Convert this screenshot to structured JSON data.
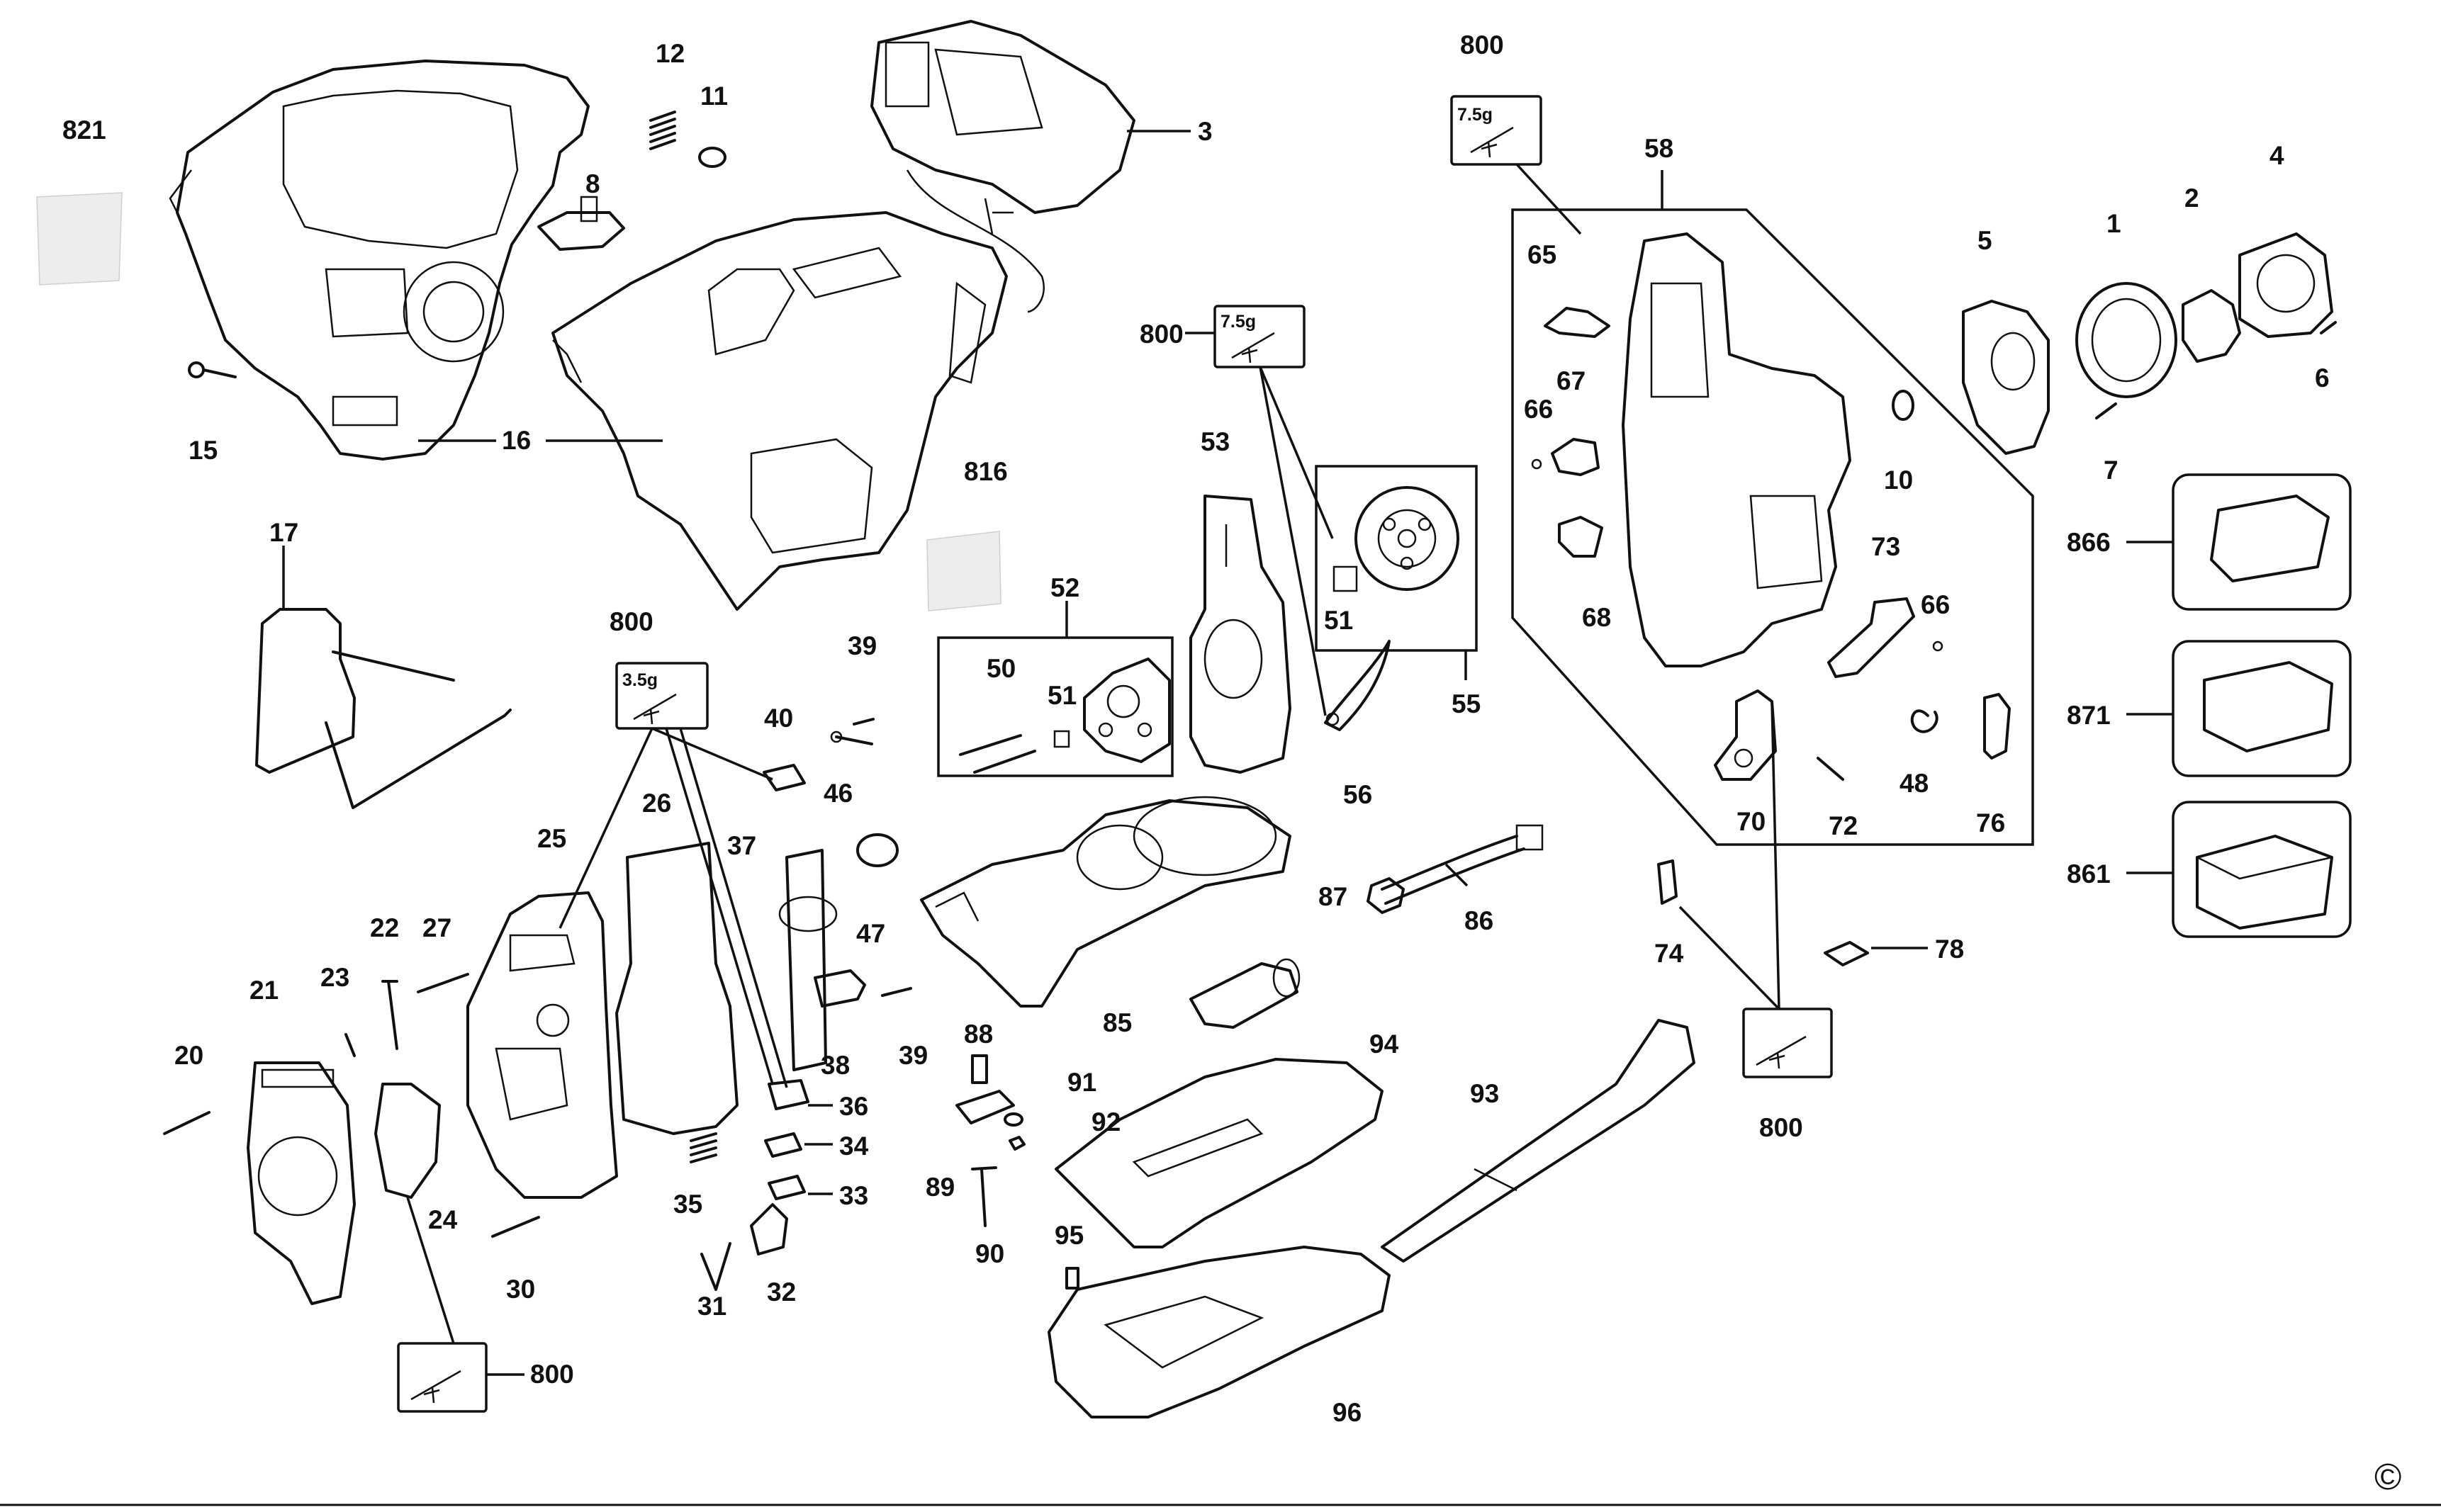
{
  "diagram": {
    "labels": {
      "p1": "1",
      "p2": "2",
      "p3": "3",
      "p4": "4",
      "p5": "5",
      "p6": "6",
      "p7": "7",
      "p8": "8",
      "p10": "10",
      "p11": "11",
      "p12": "12",
      "p15": "15",
      "p16": "16",
      "p17": "17",
      "p20": "20",
      "p21": "21",
      "p22": "22",
      "p23": "23",
      "p24": "24",
      "p25": "25",
      "p26": "26",
      "p27": "27",
      "p30": "30",
      "p31": "31",
      "p32": "32",
      "p33": "33",
      "p34": "34",
      "p35": "35",
      "p36": "36",
      "p37": "37",
      "p38": "38",
      "p39a": "39",
      "p39b": "39",
      "p40": "40",
      "p46": "46",
      "p47": "47",
      "p48": "48",
      "p50": "50",
      "p51a": "51",
      "p51b": "51",
      "p52": "52",
      "p53": "53",
      "p55": "55",
      "p56": "56",
      "p58": "58",
      "p65": "65",
      "p66a": "66",
      "p66b": "66",
      "p67": "67",
      "p68": "68",
      "p70": "70",
      "p72": "72",
      "p73": "73",
      "p74": "74",
      "p76": "76",
      "p78": "78",
      "p85": "85",
      "p86": "86",
      "p87": "87",
      "p88": "88",
      "p89": "89",
      "p90": "90",
      "p91": "91",
      "p92": "92",
      "p93": "93",
      "p94": "94",
      "p95": "95",
      "p96": "96",
      "p800a": "800",
      "p800b": "800",
      "p800c": "800",
      "p800d": "800",
      "p800e": "800",
      "p816": "816",
      "p821": "821",
      "p861": "861",
      "p866": "866",
      "p871": "871"
    },
    "grease_tags": {
      "g800a": "7.5g",
      "g800b": "7.5g",
      "g800c": "3.5g"
    },
    "copyright_symbol": "©"
  }
}
